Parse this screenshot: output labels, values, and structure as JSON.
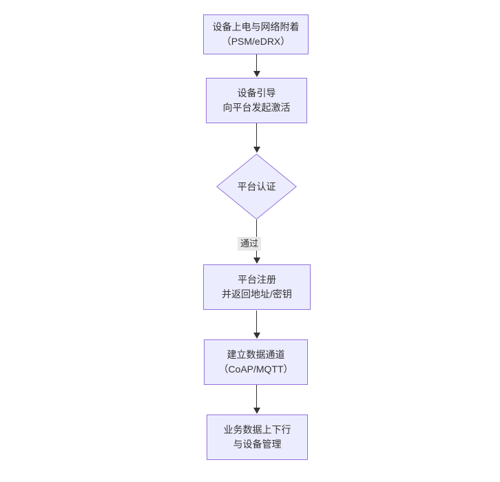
{
  "flowchart": {
    "colors": {
      "node_fill": "#ECECFF",
      "node_border": "#9370DB",
      "text_color": "#333333",
      "line_color": "#333333",
      "label_bg": "#e8e8e8",
      "canvas_bg": "#ffffff"
    },
    "nodes": [
      {
        "id": "device-power",
        "shape": "rect",
        "lines": [
          "设备上电与网络附着",
          "（PSM/eDRX）"
        ]
      },
      {
        "id": "device-bootstrap",
        "shape": "rect",
        "lines": [
          "设备引导",
          "向平台发起激活"
        ]
      },
      {
        "id": "platform-auth",
        "shape": "diamond",
        "lines": [
          "平台认证"
        ]
      },
      {
        "id": "platform-register",
        "shape": "rect",
        "lines": [
          "平台注册",
          "并返回地址/密钥"
        ]
      },
      {
        "id": "data-channel",
        "shape": "rect",
        "lines": [
          "建立数据通道",
          "（CoAP/MQTT）"
        ]
      },
      {
        "id": "business-data",
        "shape": "rect",
        "lines": [
          "业务数据上下行",
          "与设备管理"
        ]
      }
    ],
    "edges": [
      {
        "from": "device-power",
        "to": "device-bootstrap",
        "label": ""
      },
      {
        "from": "device-bootstrap",
        "to": "platform-auth",
        "label": ""
      },
      {
        "from": "platform-auth",
        "to": "platform-register",
        "label": "通过"
      },
      {
        "from": "platform-register",
        "to": "data-channel",
        "label": ""
      },
      {
        "from": "data-channel",
        "to": "business-data",
        "label": ""
      }
    ]
  }
}
